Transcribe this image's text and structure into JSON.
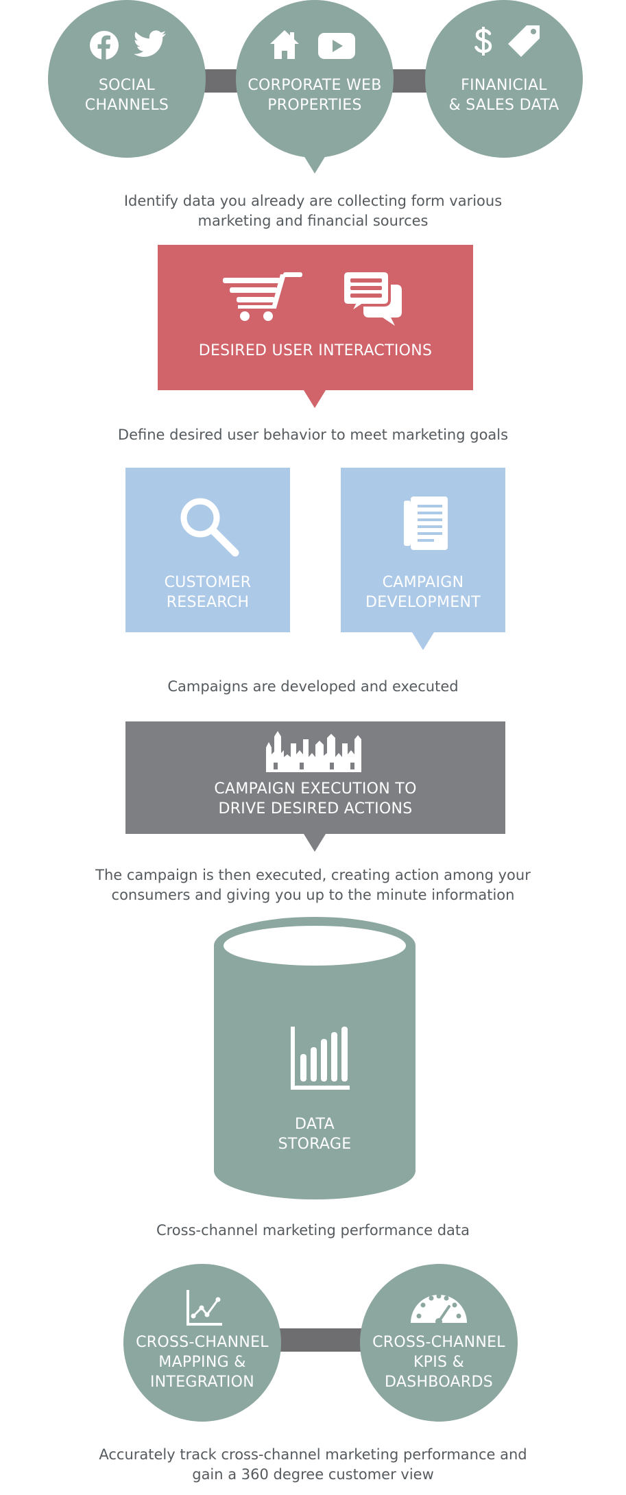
{
  "colors": {
    "sage": "#8ca6a0",
    "red": "#d1636a",
    "blue": "#adc9e8",
    "gray": "#7e7f83",
    "connector": "#6e6e70",
    "caption": "#555a5e"
  },
  "sources": {
    "social": {
      "line1": "SOCIAL",
      "line2": "CHANNELS",
      "icons": [
        "facebook-icon",
        "twitter-icon"
      ]
    },
    "web": {
      "line1": "CORPORATE WEB",
      "line2": "PROPERTIES",
      "icons": [
        "home-icon",
        "video-play-icon"
      ]
    },
    "financial": {
      "line1": "FINANICIAL",
      "line2": "& SALES DATA",
      "icons": [
        "dollar-icon",
        "price-tag-icon"
      ]
    },
    "caption": {
      "line1": "Identify data you already are collecting form various",
      "line2": "marketing and financial sources"
    }
  },
  "interactions": {
    "title": "DESIRED USER INTERACTIONS",
    "icons": [
      "shopping-cart-icon",
      "chat-bubbles-icon"
    ],
    "caption": "Define desired user behavior to meet marketing goals"
  },
  "research": {
    "line1": "CUSTOMER",
    "line2": "RESEARCH",
    "icon": "magnifier-icon"
  },
  "development": {
    "line1": "CAMPAIGN",
    "line2": "DEVELOPMENT",
    "icon": "notebook-icon"
  },
  "develop_caption": "Campaigns are developed and executed",
  "execution": {
    "line1": "CAMPAIGN EXECUTION TO",
    "line2": "DRIVE DESIRED ACTIONS",
    "icon": "city-skyline-icon",
    "caption": {
      "line1": "The campaign is then executed, creating action among your",
      "line2": "consumers and giving you up to the minute information"
    }
  },
  "storage": {
    "line1": "DATA",
    "line2": "STORAGE",
    "icon": "bar-chart-icon",
    "caption": "Cross-channel marketing performance data"
  },
  "mapping": {
    "line1": "CROSS-CHANNEL",
    "line2": "MAPPING &",
    "line3": "INTEGRATION",
    "icon": "line-chart-icon"
  },
  "kpis": {
    "line1": "CROSS-CHANNEL",
    "line2": "KPIS &",
    "line3": "DASHBOARDS",
    "icon": "gauge-icon"
  },
  "final_caption": {
    "line1": "Accurately track cross-channel marketing performance and",
    "line2": "gain a 360 degree customer view"
  }
}
